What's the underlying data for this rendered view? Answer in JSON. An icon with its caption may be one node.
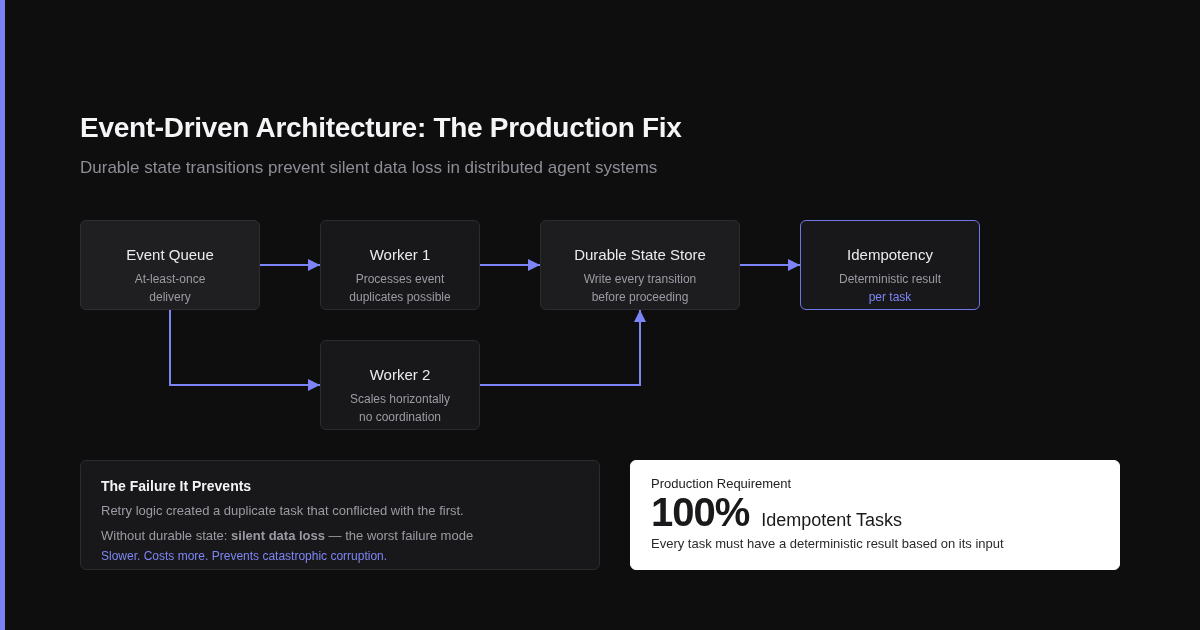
{
  "diagram": {
    "title": "Event-Driven Architecture: The Production Fix",
    "nodes": [
      {
        "text": [
          "Event Queue",
          "At-least-once delivery"
        ]
      },
      {
        "text": [
          "Worker 1",
          "Processes event duplicates possible"
        ]
      },
      {
        "text": [
          "Durable State Store",
          "Write every transition before proceeding"
        ]
      },
      {
        "text": [
          "Idempotency",
          "Deterministic result",
          "per task"
        ]
      },
      {
        "text": [
          "Worker 2",
          "Scales horizontally no coordination"
        ]
      },
      {
        "text": [
          "The Failure It Prevents",
          "Retry logic created a duplicate task that conflicted with the first.",
          "Without durable state: **silent data loss** — the worst failure mode",
          "Slower. Costs more. Prevents catastrophic corruption."
        ]
      },
      {
        "text": [
          "Production Requirement",
          "100%",
          "Idempotent Tasks",
          "Every task must have a deterministic result based on its input"
        ]
      }
    ],
    "edges": [
      {
        "from": 0,
        "to": 1,
        "arrow": "to"
      },
      {
        "from": 1,
        "to": 2,
        "arrow": "to"
      },
      {
        "from": 2,
        "to": 3,
        "arrow": "to"
      },
      {
        "from": 0,
        "to": 4,
        "arrow": "to"
      },
      {
        "from": 4,
        "to": 2,
        "arrow": "to"
      }
    ],
    "labels": [
      "Durable state transitions prevent silent data loss in distributed agent systems"
    ]
  }
}
